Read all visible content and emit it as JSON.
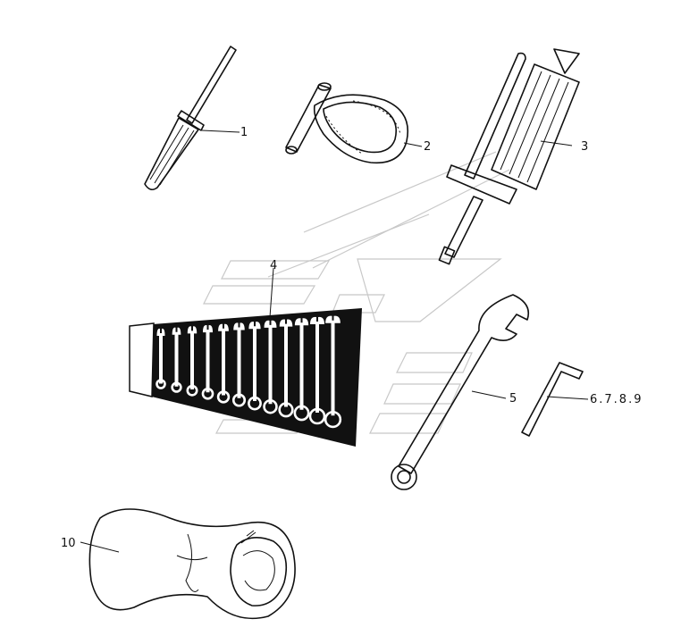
{
  "callouts": [
    {
      "id": "1",
      "text": "1"
    },
    {
      "id": "2",
      "text": "2"
    },
    {
      "id": "3",
      "text": "3"
    },
    {
      "id": "4",
      "text": "4"
    },
    {
      "id": "5",
      "text": "5"
    },
    {
      "id": "6789",
      "text": "6.7.8.9"
    },
    {
      "id": "10",
      "text": "10"
    }
  ],
  "colors": {
    "ink": "#111111",
    "watermark": "#c8c8c8",
    "background": "#ffffff"
  }
}
